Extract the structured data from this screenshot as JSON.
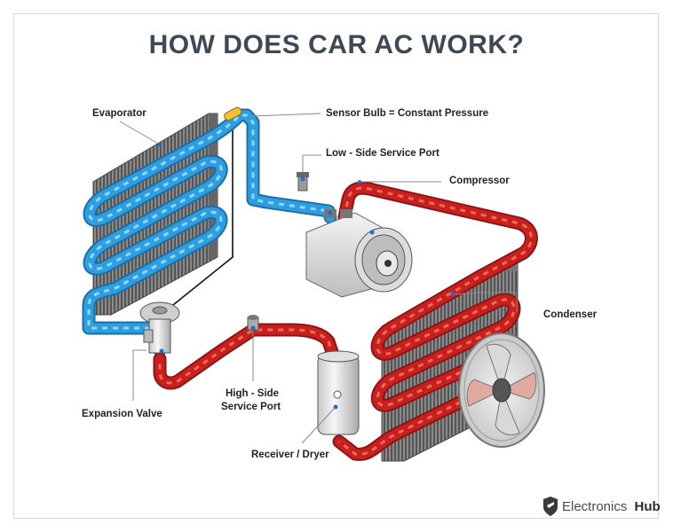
{
  "title": "HOW DOES CAR AC WORK?",
  "labels": {
    "evaporator": "Evaporator",
    "sensor_bulb": "Sensor Bulb = Constant Pressure",
    "low_side_port": "Low - Side Service Port",
    "compressor": "Compressor",
    "condenser": "Condenser",
    "expansion_valve": "Expansion Valve",
    "high_side_line1": "High - Side",
    "high_side_line2": "Service Port",
    "receiver_dryer": "Receiver / Dryer"
  },
  "brand": {
    "name": "Electronics",
    "name_bold": "Hub"
  },
  "colors": {
    "cold_line": "#2f9ee0",
    "cold_line_light": "#7fd0f7",
    "hot_line": "#c8201f",
    "hot_line_light": "#f04c3a",
    "title": "#3d4a55"
  }
}
